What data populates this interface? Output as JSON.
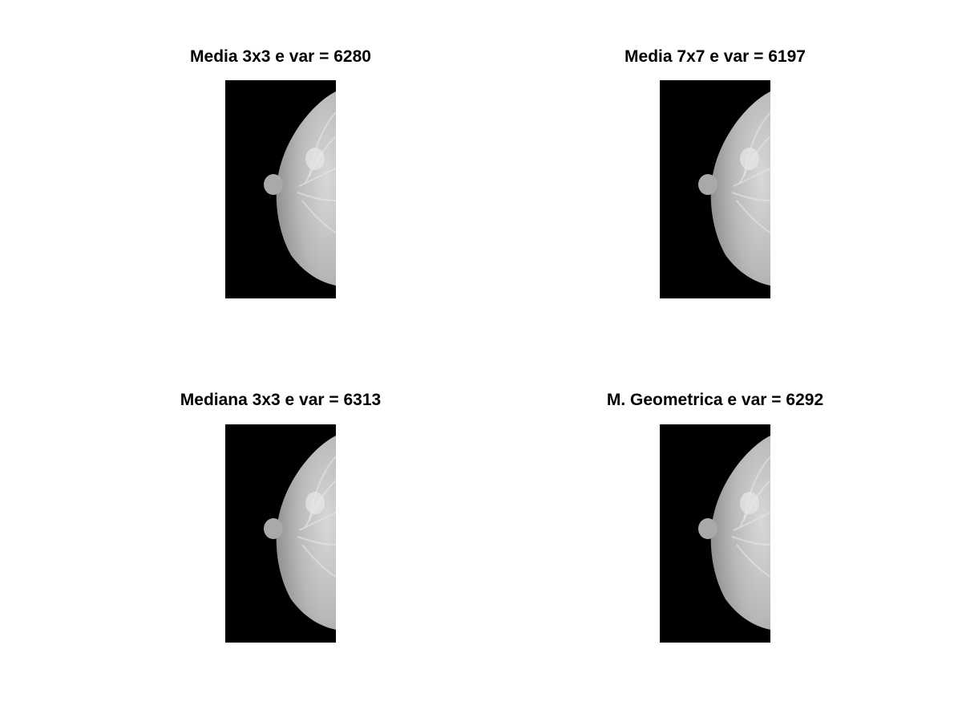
{
  "panels": [
    {
      "title": "Media 3x3 e var = 6280",
      "image": "mammogram-filtered-media-3x3"
    },
    {
      "title": "Media 7x7 e var = 6197",
      "image": "mammogram-filtered-media-7x7"
    },
    {
      "title": "Mediana 3x3 e var = 6313",
      "image": "mammogram-filtered-mediana-3x3"
    },
    {
      "title": "M. Geometrica e var = 6292",
      "image": "mammogram-filtered-geometrica"
    }
  ],
  "colors": {
    "background": "#ffffff",
    "image_background": "#000000",
    "tissue": "#b8b8b8",
    "title_text": "#000000"
  }
}
